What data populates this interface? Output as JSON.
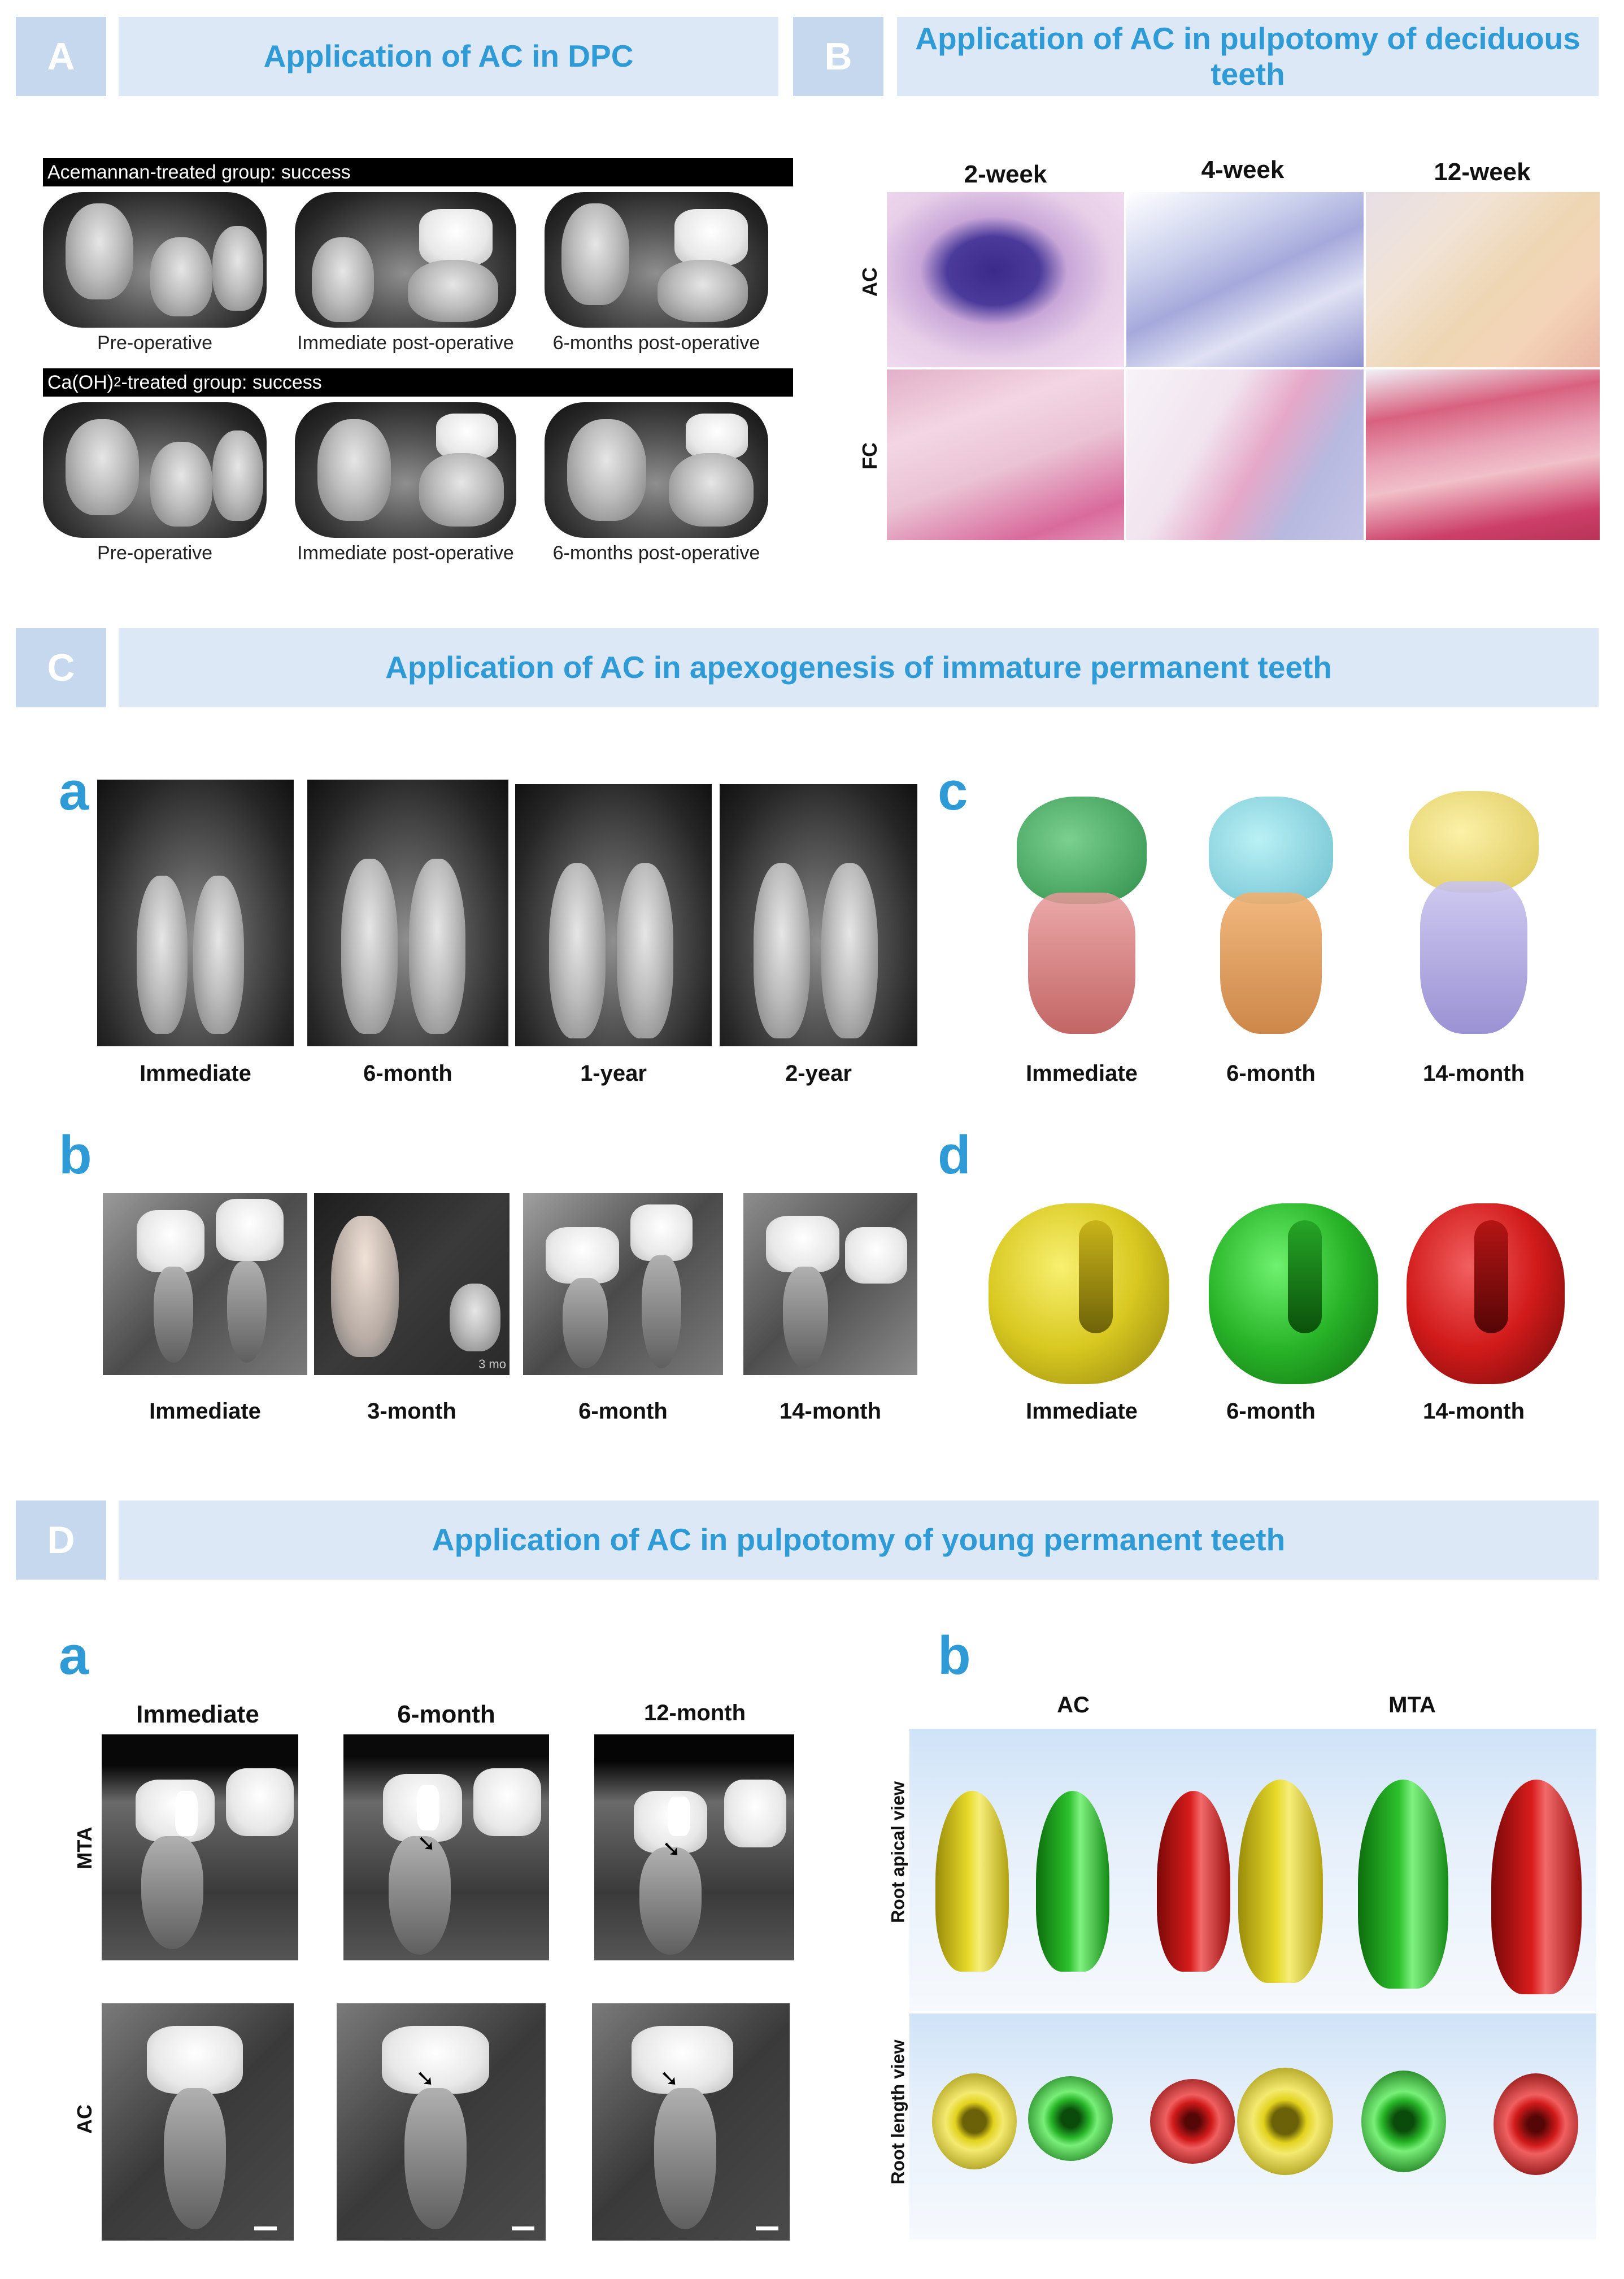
{
  "sections": {
    "A": {
      "letter": "A",
      "title": "Application of AC in DPC"
    },
    "B": {
      "letter": "B",
      "title": "Application of AC in pulpotomy of deciduous teeth"
    },
    "C": {
      "letter": "C",
      "title": "Application of AC in apexogenesis of immature permanent teeth"
    },
    "D": {
      "letter": "D",
      "title": "Application of AC in pulpotomy of young permanent  teeth"
    }
  },
  "panelA": {
    "row1_label": "Acemannan-treated group: success",
    "row2_label_pre": "Ca(OH)",
    "row2_label_sub": "2",
    "row2_label_post": "-treated group: success",
    "captions": [
      "Pre-operative",
      "Immediate post-operative",
      "6-months post-operative"
    ]
  },
  "panelB": {
    "columns": [
      "2-week",
      "4-week",
      "12-week"
    ],
    "rows": [
      "AC",
      "FC"
    ]
  },
  "panelC": {
    "a": {
      "letter": "a",
      "captions": [
        "Immediate",
        "6-month",
        "1-year",
        "2-year"
      ]
    },
    "b": {
      "letter": "b",
      "captions": [
        "Immediate",
        "3-month",
        "6-month",
        "14-month"
      ],
      "overlay_text": "3 mo"
    },
    "c": {
      "letter": "c",
      "captions": [
        "Immediate",
        "6-month",
        "14-month"
      ]
    },
    "d": {
      "letter": "d",
      "captions": [
        "Immediate",
        "6-month",
        "14-month"
      ]
    }
  },
  "panelD": {
    "a": {
      "letter": "a",
      "columns": [
        "Immediate",
        "6-month",
        "12-month"
      ],
      "rows": [
        "MTA",
        "AC"
      ]
    },
    "b": {
      "letter": "b",
      "groups": [
        "AC",
        "MTA"
      ],
      "rows": [
        "Root apical view",
        "Root length view"
      ]
    }
  },
  "colors": {
    "header_letter_bg": "#c6d8ee",
    "header_title_bg": "#dce8f6",
    "accent_blue": "#2f9bd6",
    "yellow_model": "#e3d21a",
    "green_model": "#27b427",
    "red_model": "#d11a1a"
  }
}
